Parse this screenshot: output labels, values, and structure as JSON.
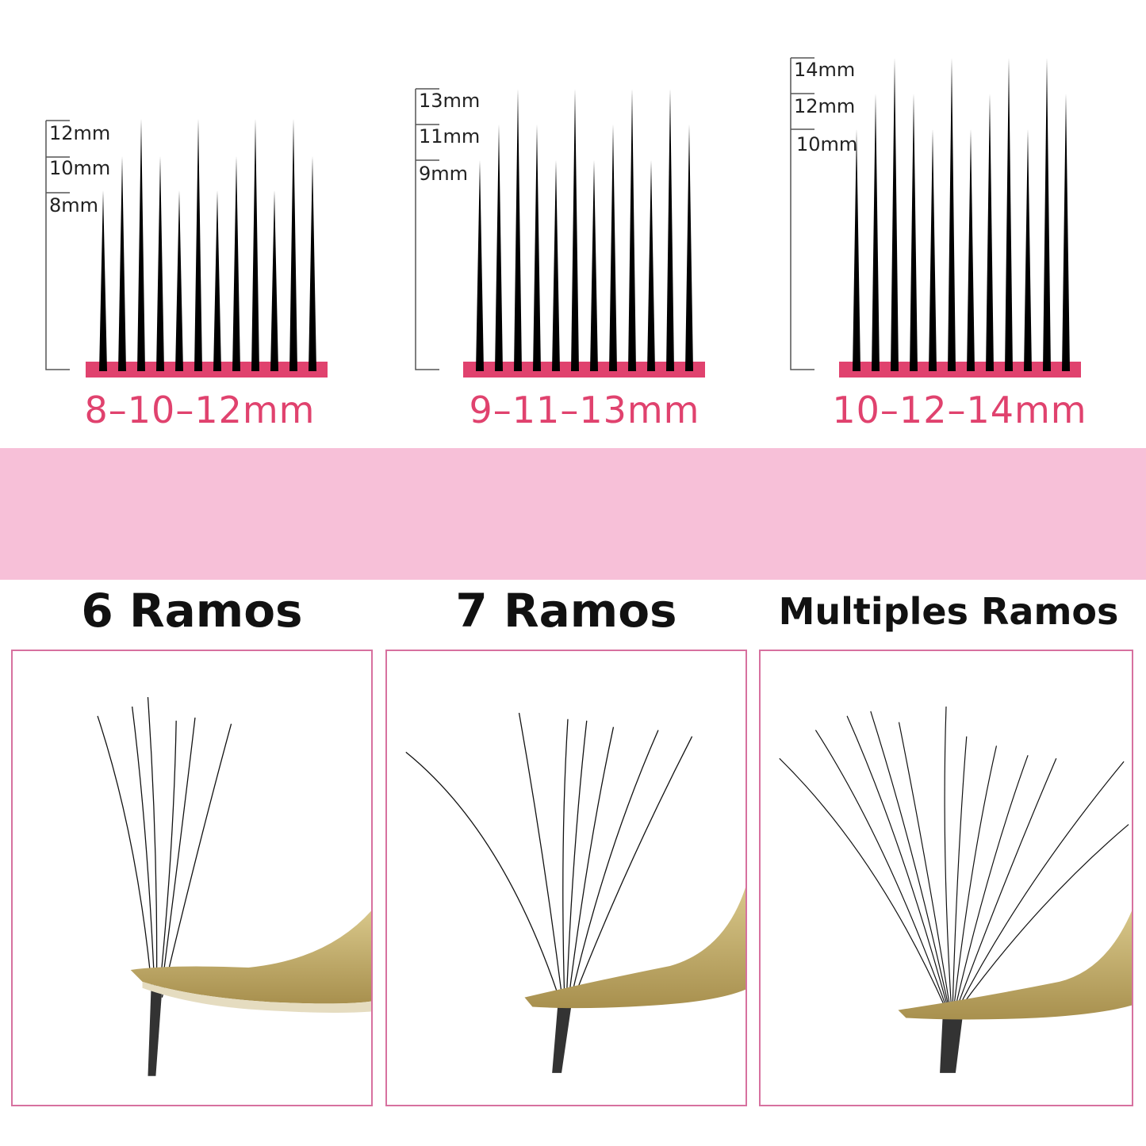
{
  "diagrams": [
    {
      "range_label": "8–10–12mm",
      "ticks": [
        "12mm",
        "10mm",
        "8mm"
      ]
    },
    {
      "range_label": "9–11–13mm",
      "ticks": [
        "13mm",
        "11mm",
        "9mm"
      ]
    },
    {
      "range_label": "10–12–14mm",
      "ticks": [
        "14mm",
        "12mm",
        "10mm"
      ]
    }
  ],
  "groups": [
    {
      "title": "6 Ramos"
    },
    {
      "title": "7 Ramos"
    },
    {
      "title": "Multiples Ramos"
    }
  ],
  "colors": {
    "accent_pink": "#e0426e",
    "band_pink": "#f7c0d8",
    "frame_pink": "#d7719f",
    "tweezer_gold": "#c9b46f"
  }
}
